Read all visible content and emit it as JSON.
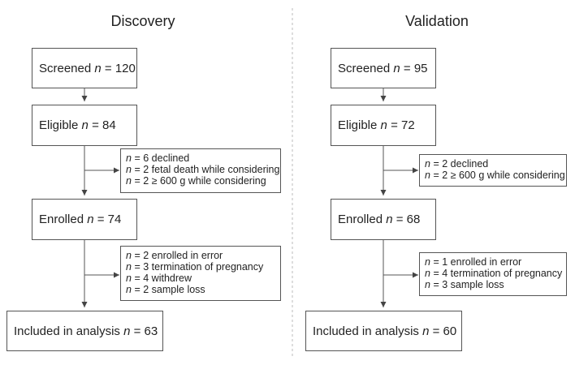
{
  "discovery": {
    "title": "Discovery",
    "screened": {
      "label": "Screened",
      "n": "120"
    },
    "eligible": {
      "label": "Eligible",
      "n": "84"
    },
    "enrolled": {
      "label": "Enrolled",
      "n": "74"
    },
    "included": {
      "label": "Included in analysis",
      "n": "63"
    },
    "exclusions1": [
      {
        "n": "6",
        "text": "declined"
      },
      {
        "n": "2",
        "text": "fetal death while considering"
      },
      {
        "n": "2",
        "text": "≥ 600 g while considering"
      }
    ],
    "exclusions2": [
      {
        "n": "2",
        "text": "enrolled in error"
      },
      {
        "n": "3",
        "text": "termination of pregnancy"
      },
      {
        "n": "4",
        "text": "withdrew"
      },
      {
        "n": "2",
        "text": "sample loss"
      }
    ]
  },
  "validation": {
    "title": "Validation",
    "screened": {
      "label": "Screened",
      "n": "95"
    },
    "eligible": {
      "label": "Eligible",
      "n": "72"
    },
    "enrolled": {
      "label": "Enrolled",
      "n": "68"
    },
    "included": {
      "label": "Included in analysis",
      "n": "60"
    },
    "exclusions1": [
      {
        "n": "2",
        "text": "declined"
      },
      {
        "n": "2",
        "text": "≥ 600 g while considering"
      }
    ],
    "exclusions2": [
      {
        "n": "1",
        "text": "enrolled in error"
      },
      {
        "n": "4",
        "text": "termination of pregnancy"
      },
      {
        "n": "3",
        "text": "sample loss"
      }
    ]
  },
  "n_symbol": "n",
  "equals": "="
}
